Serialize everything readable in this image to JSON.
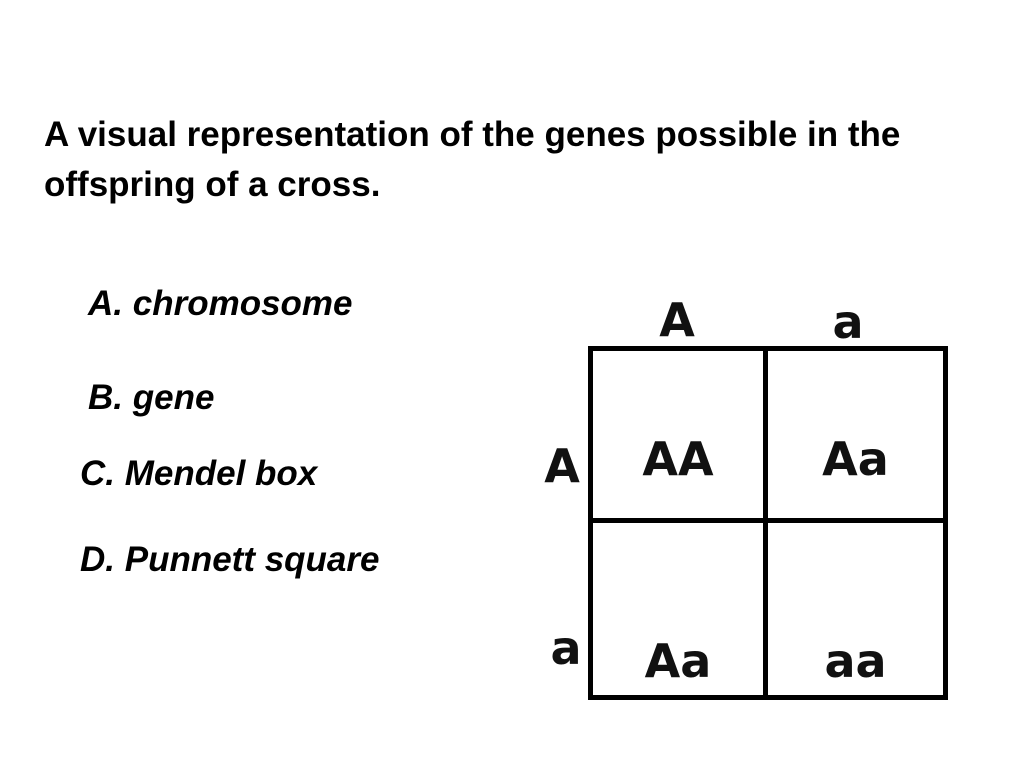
{
  "question": "A visual representation of the genes possible in the offspring of a cross.",
  "choices": [
    {
      "label": "A. chromosome"
    },
    {
      "label": "B. gene"
    },
    {
      "label": "C. Mendel box"
    },
    {
      "label": "D. Punnett square"
    }
  ],
  "punnett": {
    "top_alleles": [
      "A",
      "a"
    ],
    "side_alleles": [
      "A",
      "a"
    ],
    "cells": [
      [
        "AA",
        "Aa"
      ],
      [
        "Aa",
        "aa"
      ]
    ]
  }
}
